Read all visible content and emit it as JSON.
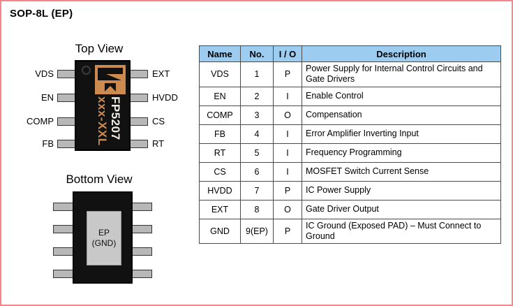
{
  "page": {
    "title": "SOP-8L (EP)",
    "border_color": "#f7868c",
    "background": "#ffffff"
  },
  "package_diagrams": {
    "top_view": {
      "caption": "Top View",
      "body_color": "#111111",
      "marking_line1": "FP5207",
      "marking_line2": "xxx-XXL",
      "logo_color": "#cd8a4e",
      "logo_name": "feeling-tech-logo",
      "orientation_dot": "pin1-orientation-dot",
      "pins_left": [
        {
          "label": "VDS",
          "number": "1"
        },
        {
          "label": "EN",
          "number": "2"
        },
        {
          "label": "COMP",
          "number": "3"
        },
        {
          "label": "FB",
          "number": "4"
        }
      ],
      "pins_right": [
        {
          "label": "EXT",
          "number": "8"
        },
        {
          "label": "HVDD",
          "number": "7"
        },
        {
          "label": "CS",
          "number": "6"
        },
        {
          "label": "RT",
          "number": "5"
        }
      ]
    },
    "bottom_view": {
      "caption": "Bottom View",
      "body_color": "#111111",
      "exposed_pad": {
        "line1": "EP",
        "line2": "(GND)",
        "color": "#c8c8c8"
      }
    }
  },
  "pin_table": {
    "header_color": "#9ccdf0",
    "columns": [
      "Name",
      "No.",
      "I / O",
      "Description"
    ],
    "rows": [
      {
        "name": "VDS",
        "no": "1",
        "io": "P",
        "description": "Power Supply for Internal Control Circuits and Gate Drivers"
      },
      {
        "name": "EN",
        "no": "2",
        "io": "I",
        "description": "Enable Control"
      },
      {
        "name": "COMP",
        "no": "3",
        "io": "O",
        "description": "Compensation"
      },
      {
        "name": "FB",
        "no": "4",
        "io": "I",
        "description": "Error Amplifier Inverting Input"
      },
      {
        "name": "RT",
        "no": "5",
        "io": "I",
        "description": "Frequency Programming"
      },
      {
        "name": "CS",
        "no": "6",
        "io": "I",
        "description": "MOSFET Switch Current Sense"
      },
      {
        "name": "HVDD",
        "no": "7",
        "io": "P",
        "description": "IC Power Supply"
      },
      {
        "name": "EXT",
        "no": "8",
        "io": "O",
        "description": "Gate Driver Output"
      },
      {
        "name": "GND",
        "no": "9(EP)",
        "io": "P",
        "description": "IC Ground (Exposed PAD) – Must Connect to Ground"
      }
    ]
  }
}
